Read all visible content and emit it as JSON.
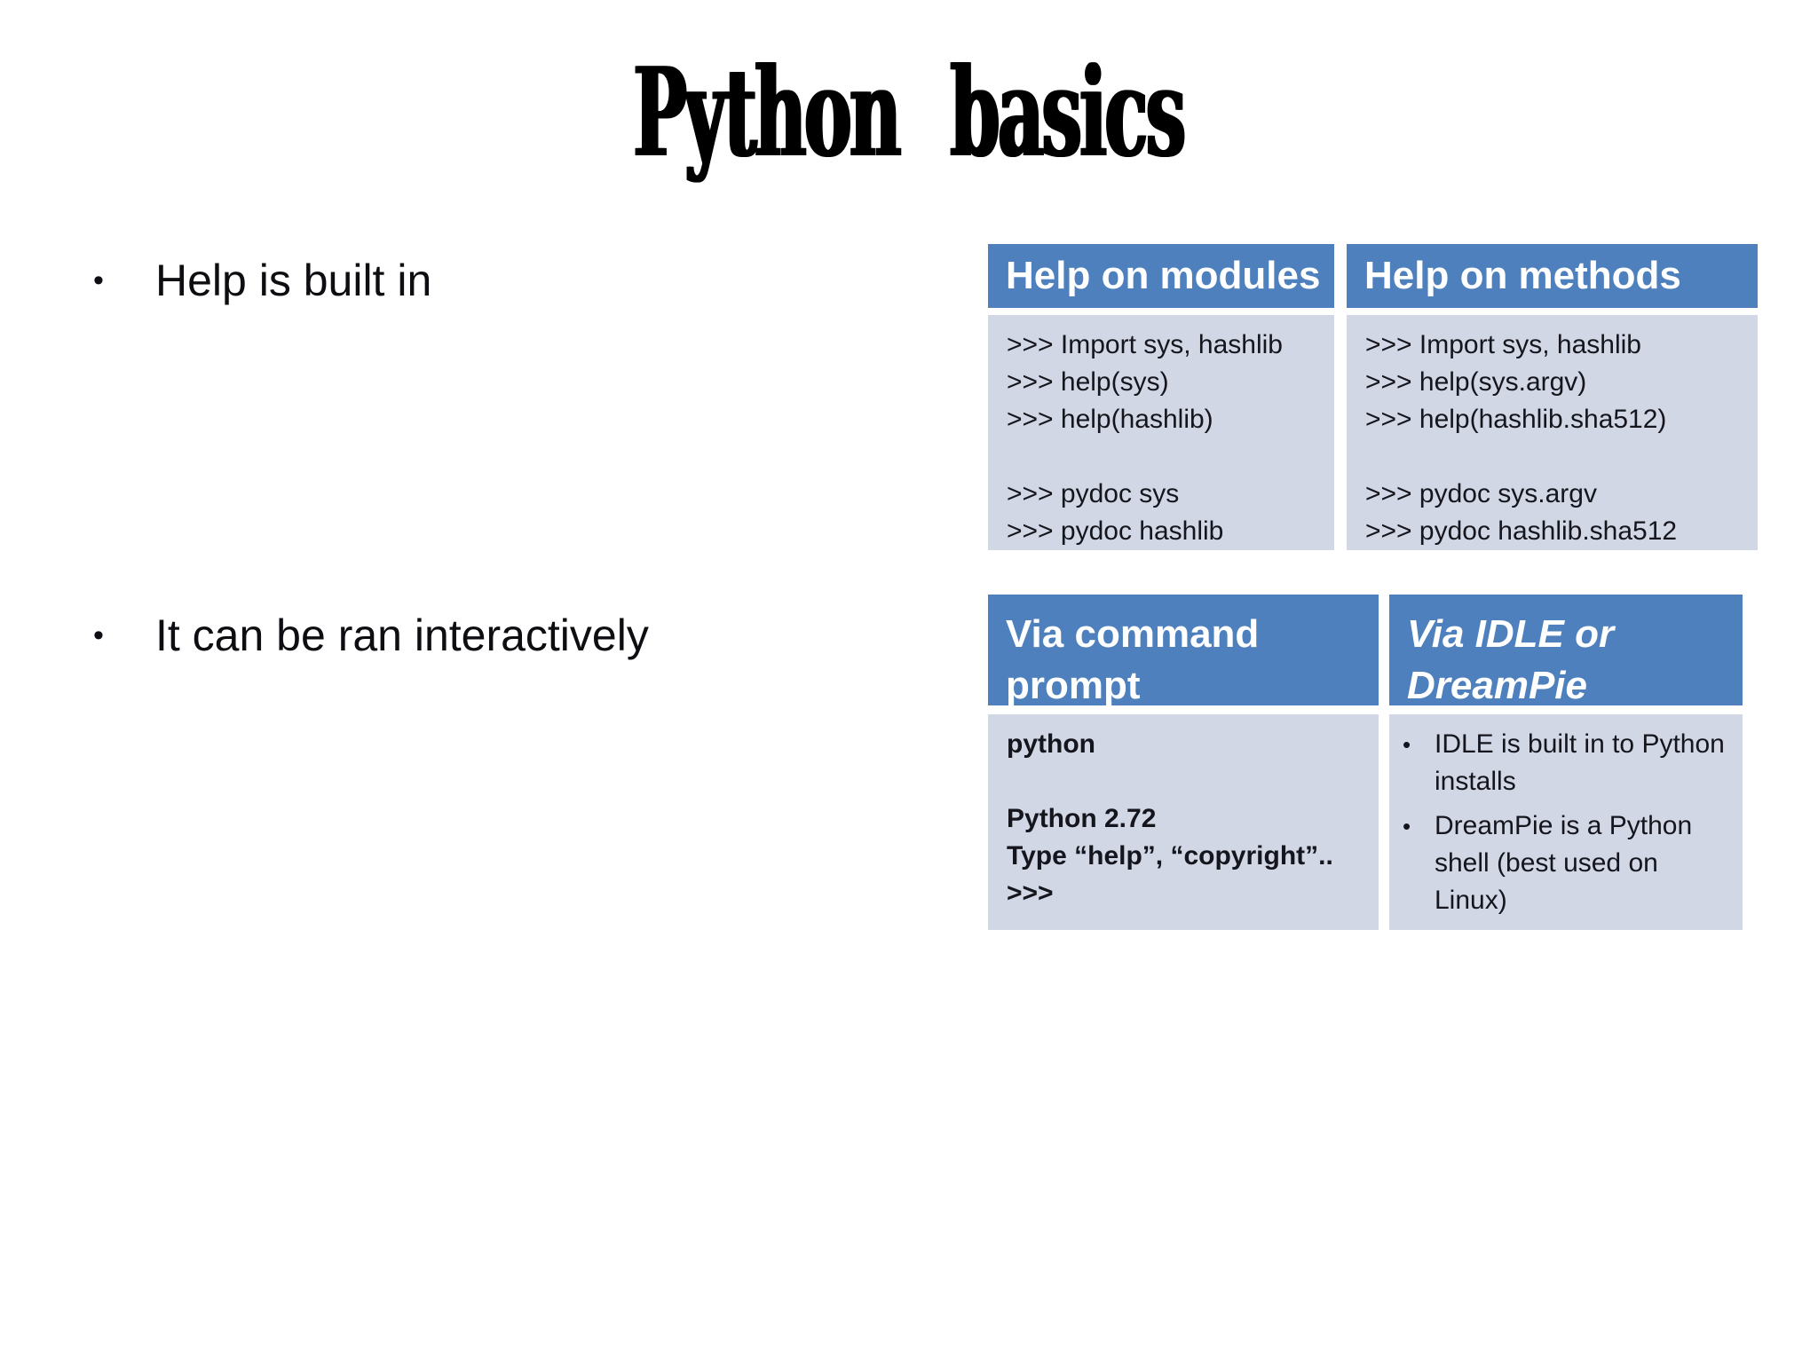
{
  "slide": {
    "title": "Python  basics",
    "bullets": [
      "Help is built in",
      "It can be ran interactively"
    ],
    "bullet_glyph": "•"
  },
  "colors": {
    "header_blue": "#4E80BD",
    "cell_bg": "#D1D7E4",
    "text_dark": "#15151D",
    "slide_text": "#0E0E12",
    "divider": "#FFFFFF"
  },
  "help_table": {
    "headers": [
      "Help on modules",
      "Help on methods"
    ],
    "modules_lines": [
      ">>> Import sys, hashlib",
      ">>> help(sys)",
      ">>> help(hashlib)",
      "",
      ">>> pydoc sys",
      ">>> pydoc hashlib"
    ],
    "methods_lines": [
      ">>> Import sys, hashlib",
      ">>> help(sys.argv)",
      ">>> help(hashlib.sha512)",
      "",
      ">>> pydoc sys.argv",
      ">>> pydoc hashlib.sha512"
    ]
  },
  "run_table": {
    "header_left_lines": [
      "Via command",
      "prompt"
    ],
    "header_right_lines": [
      "Via IDLE or",
      "DreamPie"
    ],
    "command_lines": [
      "python",
      "",
      "Python 2.72",
      "Type “help”, “copyright”..",
      ">>>"
    ],
    "idle_bullets": [
      {
        "lines": [
          "IDLE is built in to Python",
          "installs"
        ]
      },
      {
        "lines": [
          "DreamPie is a Python",
          "shell (best used on Linux)"
        ]
      }
    ]
  }
}
